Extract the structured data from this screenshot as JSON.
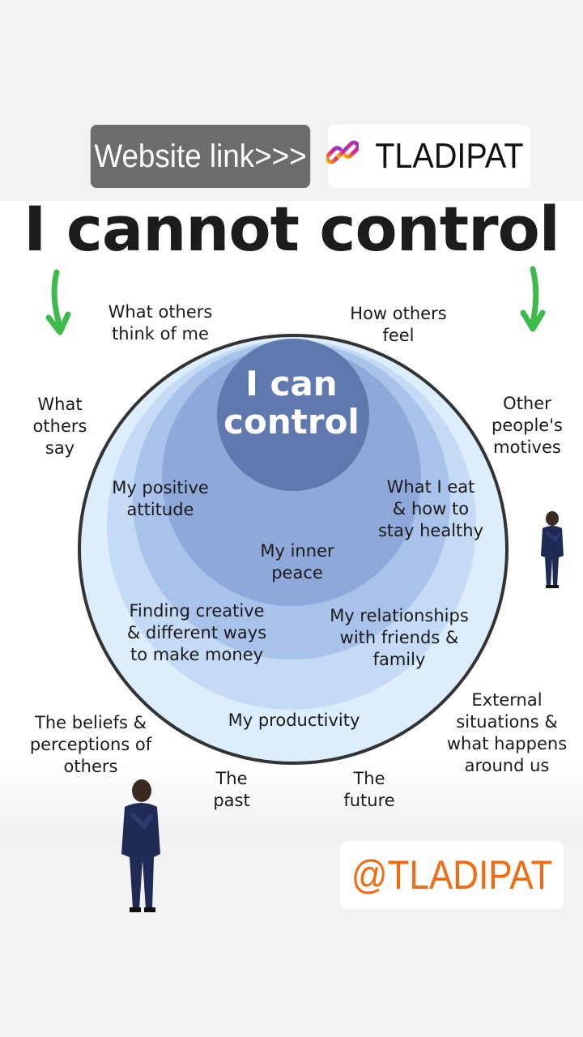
{
  "stickers": {
    "website_link": "Website link>>>",
    "link_handle": "TLADIPAT",
    "threads_handle": "@TLADIPAT",
    "threads_color": "#f26b10"
  },
  "diagram": {
    "outer_title": "I cannot control",
    "inner_title": "I can\ncontrol",
    "cannot_control": [
      "What others\nthink of me",
      "How others\nfeel",
      "What\nothers\nsay",
      "Other\npeople's\nmotives",
      "The beliefs &\nperceptions of\nothers",
      "External\nsituations &\nwhat happens\naround us",
      "The\npast",
      "The\nfuture"
    ],
    "can_control": [
      "My positive\nattitude",
      "What I eat\n& how to\nstay healthy",
      "My inner\npeace",
      "Finding creative\n& different ways\nto make money",
      "My relationships\nwith friends &\nfamily",
      "My productivity"
    ],
    "colors": {
      "arrow": "#3dbb4a",
      "outer_ring": "#d9ecfb",
      "core": "#5f78ad",
      "outline": "#3a3a3a"
    },
    "icons": [
      "link-icon",
      "threads-icon",
      "green-arrow-icon",
      "person-figure-icon"
    ]
  }
}
